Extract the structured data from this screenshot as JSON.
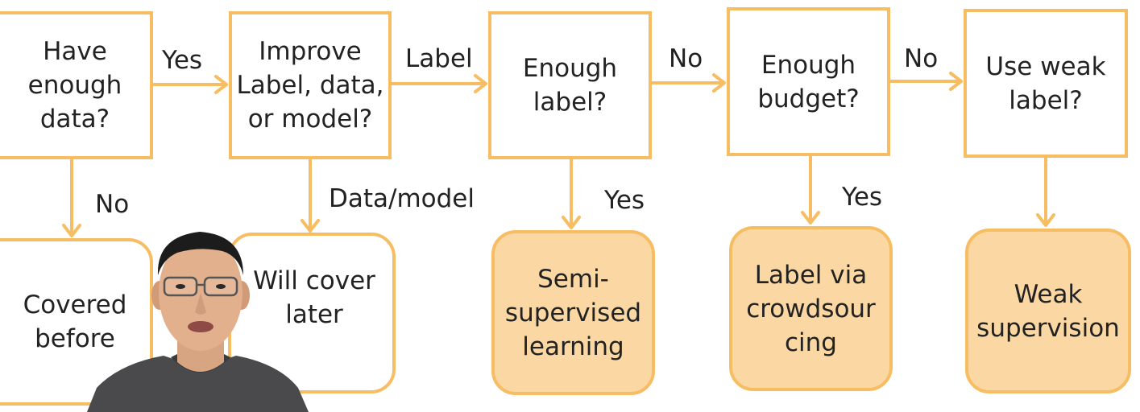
{
  "colors": {
    "accent": "#f7bd63",
    "terminal_fill": "#fbd8a3"
  },
  "decisions": {
    "have_data": "Have\nenough\ndata?",
    "improve": "Improve\nLabel, data,\nor model?",
    "enough_label": "Enough\nlabel?",
    "enough_budget": "Enough\nbudget?",
    "weak_label": "Use weak\nlabel?"
  },
  "outcomes": {
    "covered": "Covered\nbefore",
    "later": "Will cover\nlater",
    "semi": "Semi-\nsupervised\nlearning",
    "crowd": "Label via\ncrowdsour\ncing",
    "weak": "Weak\nsupervision"
  },
  "edges": {
    "yes_1": "Yes",
    "label": "Label",
    "no_1": "No",
    "no_2": "No",
    "no_3": "No",
    "data_model": "Data/model",
    "yes_2": "Yes",
    "yes_3": "Yes"
  },
  "presenter": {
    "icon": "presenter-photo"
  }
}
